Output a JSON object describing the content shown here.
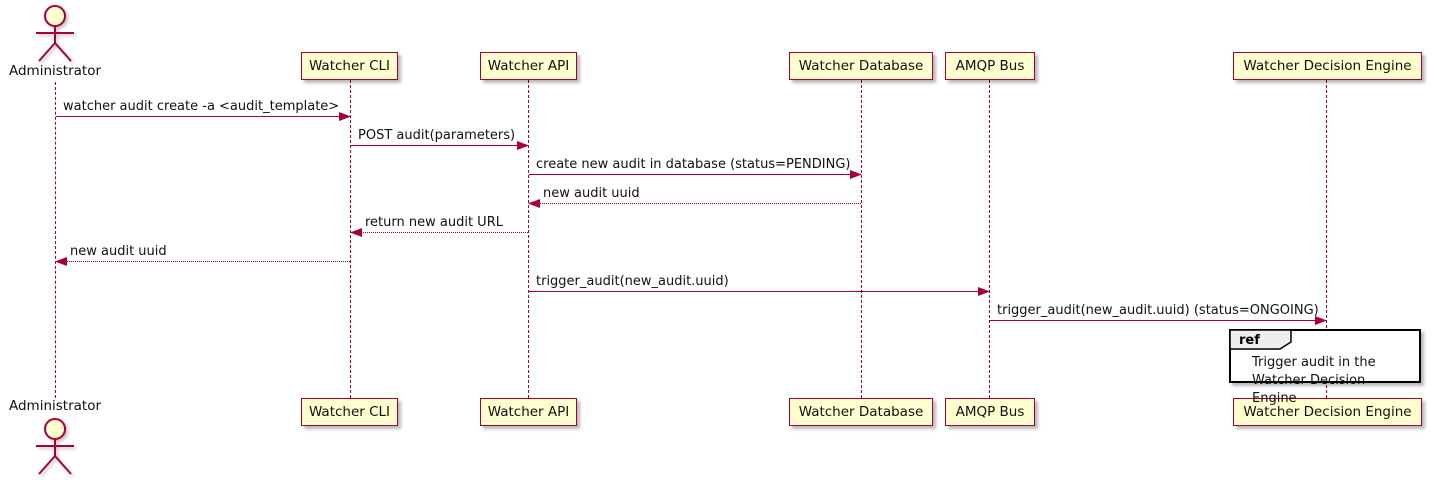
{
  "diagram_type": "sequence-diagram",
  "colors": {
    "participant_fill": "#FEFECE",
    "participant_border": "#A80036",
    "lifeline": "#A80036",
    "arrow": "#A80036",
    "text": "#111111",
    "ref_fill": "#FFFFFF",
    "ref_border": "#000000",
    "ref_tab_fill": "#EEEEEE"
  },
  "actor": {
    "label": "Administrator"
  },
  "participants": [
    {
      "label": "Watcher CLI"
    },
    {
      "label": "Watcher API"
    },
    {
      "label": "Watcher Database"
    },
    {
      "label": "AMQP Bus"
    },
    {
      "label": "Watcher Decision Engine"
    }
  ],
  "messages": [
    {
      "label": "watcher audit create -a <audit_template>",
      "from": "Administrator",
      "to": "Watcher CLI",
      "line": "solid",
      "direction": "right"
    },
    {
      "label": "POST audit(parameters)",
      "from": "Watcher CLI",
      "to": "Watcher API",
      "line": "solid",
      "direction": "right"
    },
    {
      "label": "create new audit in database (status=PENDING)",
      "from": "Watcher API",
      "to": "Watcher Database",
      "line": "solid",
      "direction": "right"
    },
    {
      "label": "new audit uuid",
      "from": "Watcher Database",
      "to": "Watcher API",
      "line": "dotted",
      "direction": "left"
    },
    {
      "label": "return new audit URL",
      "from": "Watcher API",
      "to": "Watcher CLI",
      "line": "dotted",
      "direction": "left"
    },
    {
      "label": "new audit uuid",
      "from": "Watcher CLI",
      "to": "Administrator",
      "line": "dotted",
      "direction": "left"
    },
    {
      "label": "trigger_audit(new_audit.uuid)",
      "from": "Watcher API",
      "to": "AMQP Bus",
      "line": "solid",
      "direction": "right"
    },
    {
      "label": "trigger_audit(new_audit.uuid) (status=ONGOING)",
      "from": "AMQP Bus",
      "to": "Watcher Decision Engine",
      "line": "solid",
      "direction": "right"
    }
  ],
  "ref": {
    "keyword": "ref",
    "lines": [
      "Trigger audit in the",
      "Watcher Decision Engine"
    ]
  }
}
